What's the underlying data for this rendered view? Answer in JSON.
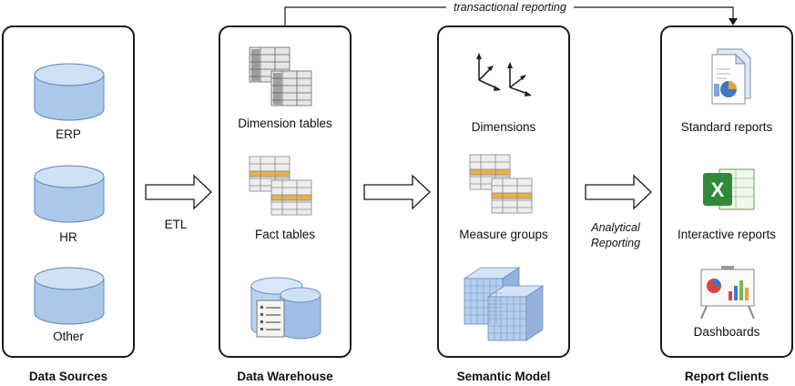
{
  "top_link": {
    "label": "transactional reporting"
  },
  "columns": [
    {
      "title": "Data Sources",
      "items": [
        "ERP",
        "HR",
        "Other"
      ]
    },
    {
      "title": "Data Warehouse",
      "items": [
        "Dimension tables",
        "Fact tables"
      ]
    },
    {
      "title": "Semantic Model",
      "items": [
        "Dimensions",
        "Measure groups"
      ]
    },
    {
      "title": "Report Clients",
      "items": [
        "Standard reports",
        "Interactive reports",
        "Dashboards"
      ]
    }
  ],
  "arrows": [
    {
      "label": "ETL"
    },
    {
      "label": ""
    },
    {
      "label_line1": "Analytical",
      "label_line2": "Reporting"
    }
  ],
  "icons": {
    "source_db": "database-cylinder-icon",
    "dimension_tables": "table-stack-icon",
    "fact_tables": "highlighted-table-stack-icon",
    "warehouse": "warehouse-database-icon",
    "dimensions": "axes-icon",
    "measure_groups": "highlighted-table-stack-icon",
    "cube": "olap-cube-icon",
    "standard_reports": "report-document-icon",
    "interactive_reports": "excel-icon",
    "dashboards": "dashboard-board-icon"
  },
  "colors": {
    "cylinder": "#b7d3ee",
    "cylinder_dark": "#8fb5dc",
    "cube": "#a9c4e8",
    "excel": "#2f8a3a",
    "line": "#1a1a1a"
  }
}
